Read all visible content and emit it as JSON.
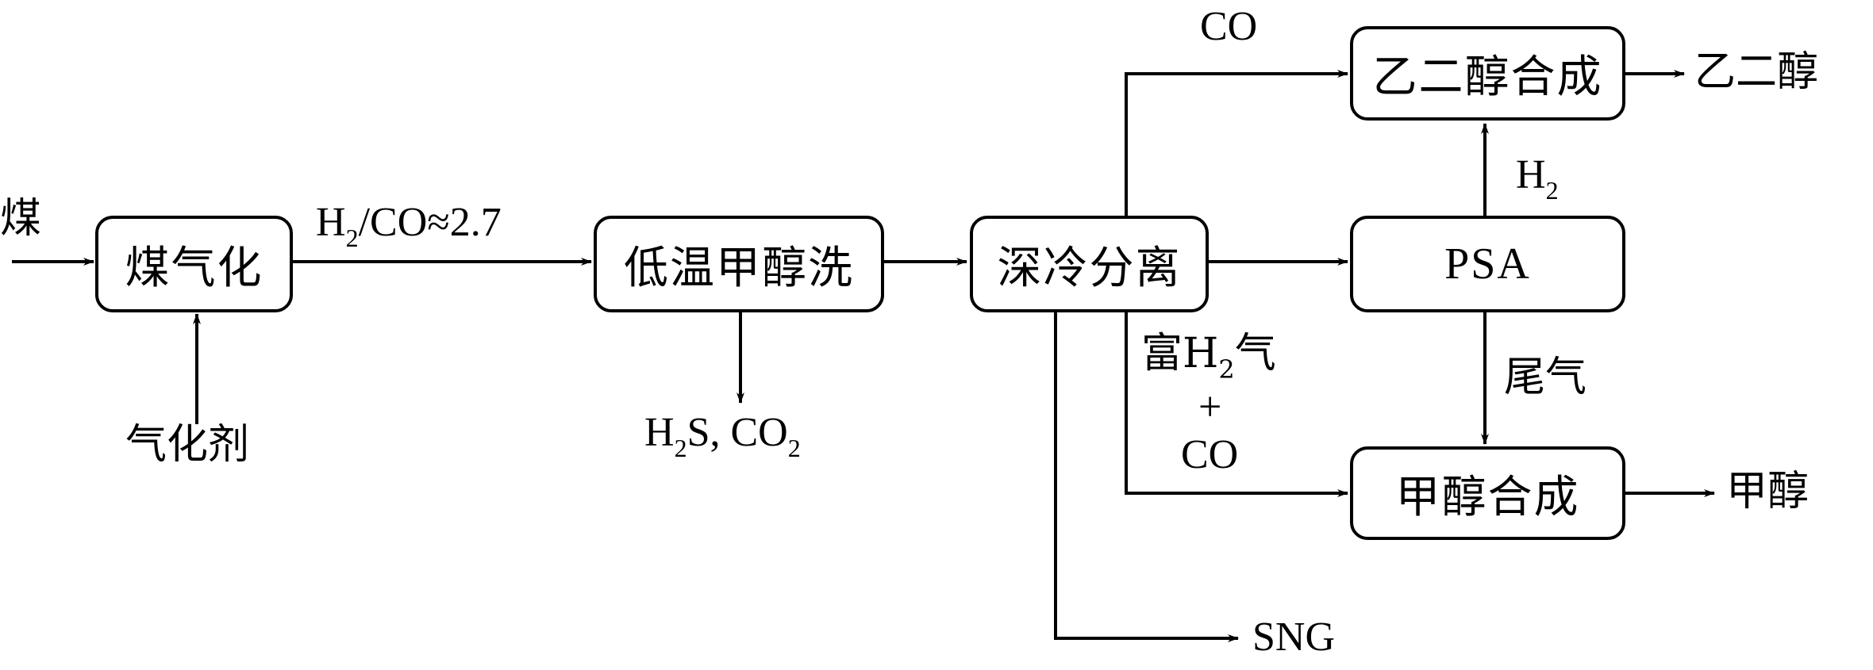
{
  "nodes": {
    "gasification": "煤气化",
    "methanol_wash": "低温甲醇洗",
    "cryo_separation": "深冷分离",
    "psa": "PSA",
    "eg_synthesis": "乙二醇合成",
    "methanol_synthesis": "甲醇合成"
  },
  "labels": {
    "coal": "煤",
    "gasifying_agent": "气化剂",
    "ratio_prefix": "H",
    "ratio_sub": "2",
    "ratio_suffix": "/CO≈2.7",
    "removed_h2s_prefix": "H",
    "removed_h2s_sub": "2",
    "removed_h2s_mid": "S, CO",
    "removed_co2_sub": "2",
    "co_top": "CO",
    "h2_prefix": "H",
    "h2_sub": "2",
    "tail_gas": "尾气",
    "rich_h2_prefix": "富H",
    "rich_h2_sub": "2",
    "rich_h2_suffix": "气",
    "plus": "+",
    "co_bottom": "CO",
    "sng": "SNG",
    "eg_product": "乙二醇",
    "methanol_product": "甲醇"
  }
}
